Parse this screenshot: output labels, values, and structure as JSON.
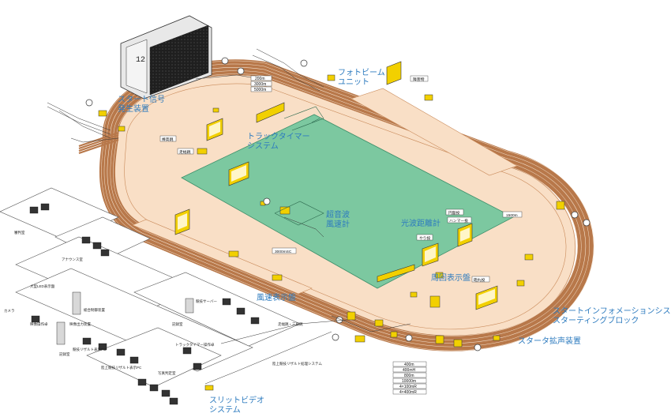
{
  "labels": {
    "start_signal": [
      "スタート信号",
      "発生装置"
    ],
    "photobeam": [
      "フォトビーム",
      "ユニット"
    ],
    "track_timer": [
      "トラックタイマー",
      "システム"
    ],
    "ultrasonic_wind": [
      "超音波",
      "風速計"
    ],
    "light_wave_distance": "光波距離計",
    "lap_board": "周回表示盤",
    "wind_display": "風速表示盤",
    "start_info": [
      "スタートインフォメーションシステム付",
      "スターティングブロック"
    ],
    "starter_pa": "スタータ拡声装置",
    "slit_video": [
      "スリットビデオ",
      "システム"
    ]
  },
  "track_tags": {
    "distances_top": [
      "200m",
      "3000m",
      "5000m"
    ],
    "field_3000sc": "3000mSC",
    "finish_1500": "1500m",
    "hurdle": "障害物",
    "hammer": "ハンマー投",
    "javelin": "やり投",
    "shot_put": "砲丸投",
    "long_jump": "走幅跳",
    "discus": "円盤投",
    "pole_vault": "棒高跳"
  },
  "rooms": {
    "judges": "審判室",
    "announce": "アナウンス室",
    "big_screen_control": "大型LED表示盤",
    "camera": "カメラ",
    "main_control": "総合制御装置",
    "replay_unit": "映像操作卓",
    "video_output": "映像出力装置",
    "record_room": "記録室",
    "result_pc": "競技リザルト表示PC",
    "track_result": "陸上競技リザルト表示PC",
    "photo_finish": "写真判定室",
    "track_timer_console": "トラックタイマー操作卓",
    "server": "競技サーバー",
    "judge_room_2": "記録室",
    "event_label": "走幅跳・三段跳",
    "result_system": "陸上競技リザルト処理システム"
  },
  "distances_legend": [
    "400m",
    "400mH",
    "800m",
    "10000m",
    "4×100mR",
    "4×400mR"
  ],
  "colors": {
    "field": "#7cc8a0",
    "track": "#b8784a",
    "apron": "#f9dfc6",
    "device": "#f2d000",
    "label": "#2d7bbf"
  },
  "scoreboard_digits": "12"
}
